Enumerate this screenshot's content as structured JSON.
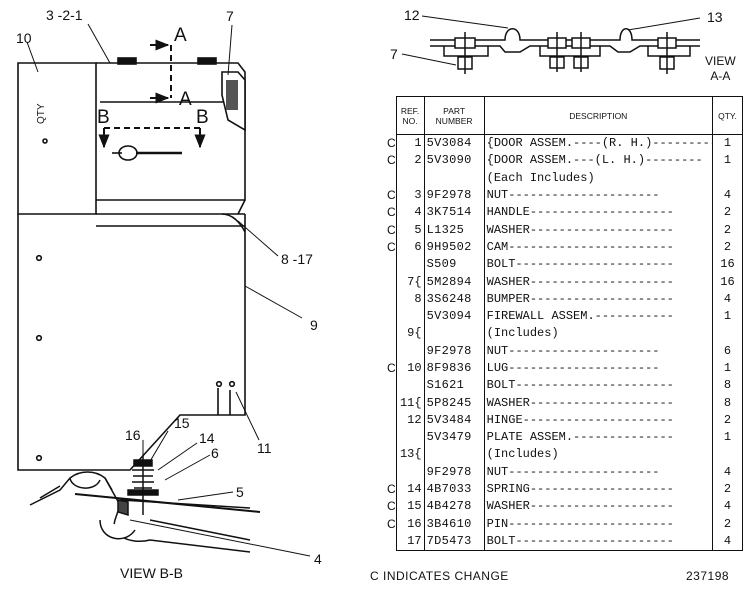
{
  "callouts": {
    "c321": "3 -2-1",
    "c7a": "7",
    "c10": "10",
    "c8_17": "8 -17",
    "c9": "9",
    "c11": "11",
    "c16": "16",
    "c15": "15",
    "c14": "14",
    "c6": "6",
    "c5": "5",
    "c4": "4",
    "c12": "12",
    "c13": "13",
    "c7b": "7",
    "sec_A_top": "A",
    "sec_A_bottom": "A",
    "sec_B_left": "B",
    "sec_B_right": "B",
    "qty_mark": "QTY"
  },
  "view_bb": "VIEW B-B",
  "view_aa": {
    "line1": "VIEW",
    "line2": "A-A"
  },
  "table": {
    "headers": {
      "ref": "REF.\nNO.",
      "part": "PART\nNUMBER",
      "desc": "DESCRIPTION",
      "qty": "QTY."
    },
    "rows": [
      {
        "ch": "C",
        "ref": "1",
        "part": "5V3084",
        "desc": "{DOOR ASSEM.----(R. H.)---------",
        "qty": "1"
      },
      {
        "ch": "C",
        "ref": "2",
        "part": "5V3090",
        "desc": "{DOOR ASSEM.---(L. H.)--------",
        "qty": "1"
      },
      {
        "ch": "",
        "ref": "",
        "part": "",
        "desc": "  (Each Includes)",
        "qty": ""
      },
      {
        "ch": "C",
        "ref": "3",
        "part": "9F2978",
        "desc": "  NUT---------------------",
        "qty": "4"
      },
      {
        "ch": "C",
        "ref": "4",
        "part": "3K7514",
        "desc": "HANDLE--------------------",
        "qty": "2"
      },
      {
        "ch": "C",
        "ref": "5",
        "part": "L1325",
        "desc": "WASHER--------------------",
        "qty": "2"
      },
      {
        "ch": "C",
        "ref": "6",
        "part": "9H9502",
        "desc": "CAM-----------------------",
        "qty": "2"
      },
      {
        "ch": "",
        "ref": "",
        "part": "S509",
        "desc": "BOLT----------------------",
        "qty": "16"
      },
      {
        "ch": "",
        "ref": "7{",
        "part": "5M2894",
        "desc": "WASHER--------------------",
        "qty": "16"
      },
      {
        "ch": "",
        "ref": "8",
        "part": "3S6248",
        "desc": "BUMPER--------------------",
        "qty": "4"
      },
      {
        "ch": "",
        "ref": "",
        "part": "5V3094",
        "desc": "FIREWALL ASSEM.-----------",
        "qty": "1"
      },
      {
        "ch": "",
        "ref": "9{",
        "part": "",
        "desc": "  (Includes)",
        "qty": ""
      },
      {
        "ch": "",
        "ref": "",
        "part": "9F2978",
        "desc": "  NUT---------------------",
        "qty": "6"
      },
      {
        "ch": "C",
        "ref": "10",
        "part": "8F9836",
        "desc": "  LUG---------------------",
        "qty": "1"
      },
      {
        "ch": "",
        "ref": "",
        "part": "S1621",
        "desc": "BOLT----------------------",
        "qty": "8"
      },
      {
        "ch": "",
        "ref": "11{",
        "part": "5P8245",
        "desc": "WASHER--------------------",
        "qty": "8"
      },
      {
        "ch": "",
        "ref": "12",
        "part": "5V3484",
        "desc": "HINGE---------------------",
        "qty": "2"
      },
      {
        "ch": "",
        "ref": "",
        "part": "5V3479",
        "desc": "PLATE ASSEM.--------------",
        "qty": "1"
      },
      {
        "ch": "",
        "ref": "13{",
        "part": "",
        "desc": "  (Includes)",
        "qty": ""
      },
      {
        "ch": "",
        "ref": "",
        "part": "9F2978",
        "desc": "  NUT---------------------",
        "qty": "4"
      },
      {
        "ch": "C",
        "ref": "14",
        "part": "4B7033",
        "desc": "SPRING--------------------",
        "qty": "2"
      },
      {
        "ch": "C",
        "ref": "15",
        "part": "4B4278",
        "desc": "WASHER--------------------",
        "qty": "4"
      },
      {
        "ch": "C",
        "ref": "16",
        "part": "3B4610",
        "desc": "PIN-----------------------",
        "qty": "2"
      },
      {
        "ch": "",
        "ref": "17",
        "part": "7D5473",
        "desc": "BOLT----------------------",
        "qty": "4"
      }
    ]
  },
  "footer": {
    "legend": "C INDICATES CHANGE",
    "number": "237198"
  }
}
